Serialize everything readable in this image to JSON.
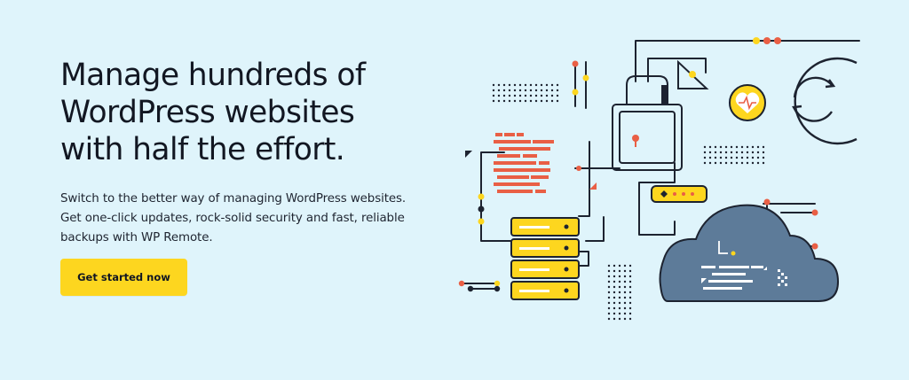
{
  "hero": {
    "headline_lines": [
      "Manage hundreds of",
      "WordPress websites",
      "with half the effort."
    ],
    "subline_lines": [
      "Switch to the better way of managing WordPress websites.",
      "Get one-click updates, rock-solid security and fast, reliable",
      "backups with WP Remote."
    ],
    "cta_label": "Get started now"
  },
  "illustration": {
    "icons": [
      "cloud-icon",
      "server-stack-icon",
      "padlock-icon",
      "heart-monitor-icon",
      "sync-icon",
      "code-lines-icon",
      "triangle-ruler-icon"
    ]
  },
  "colors": {
    "background": "#dff4fb",
    "accent_yellow": "#fdd61f",
    "accent_red": "#e95f45",
    "cloud_fill": "#5d7b99",
    "line_dark": "#1d2330"
  }
}
